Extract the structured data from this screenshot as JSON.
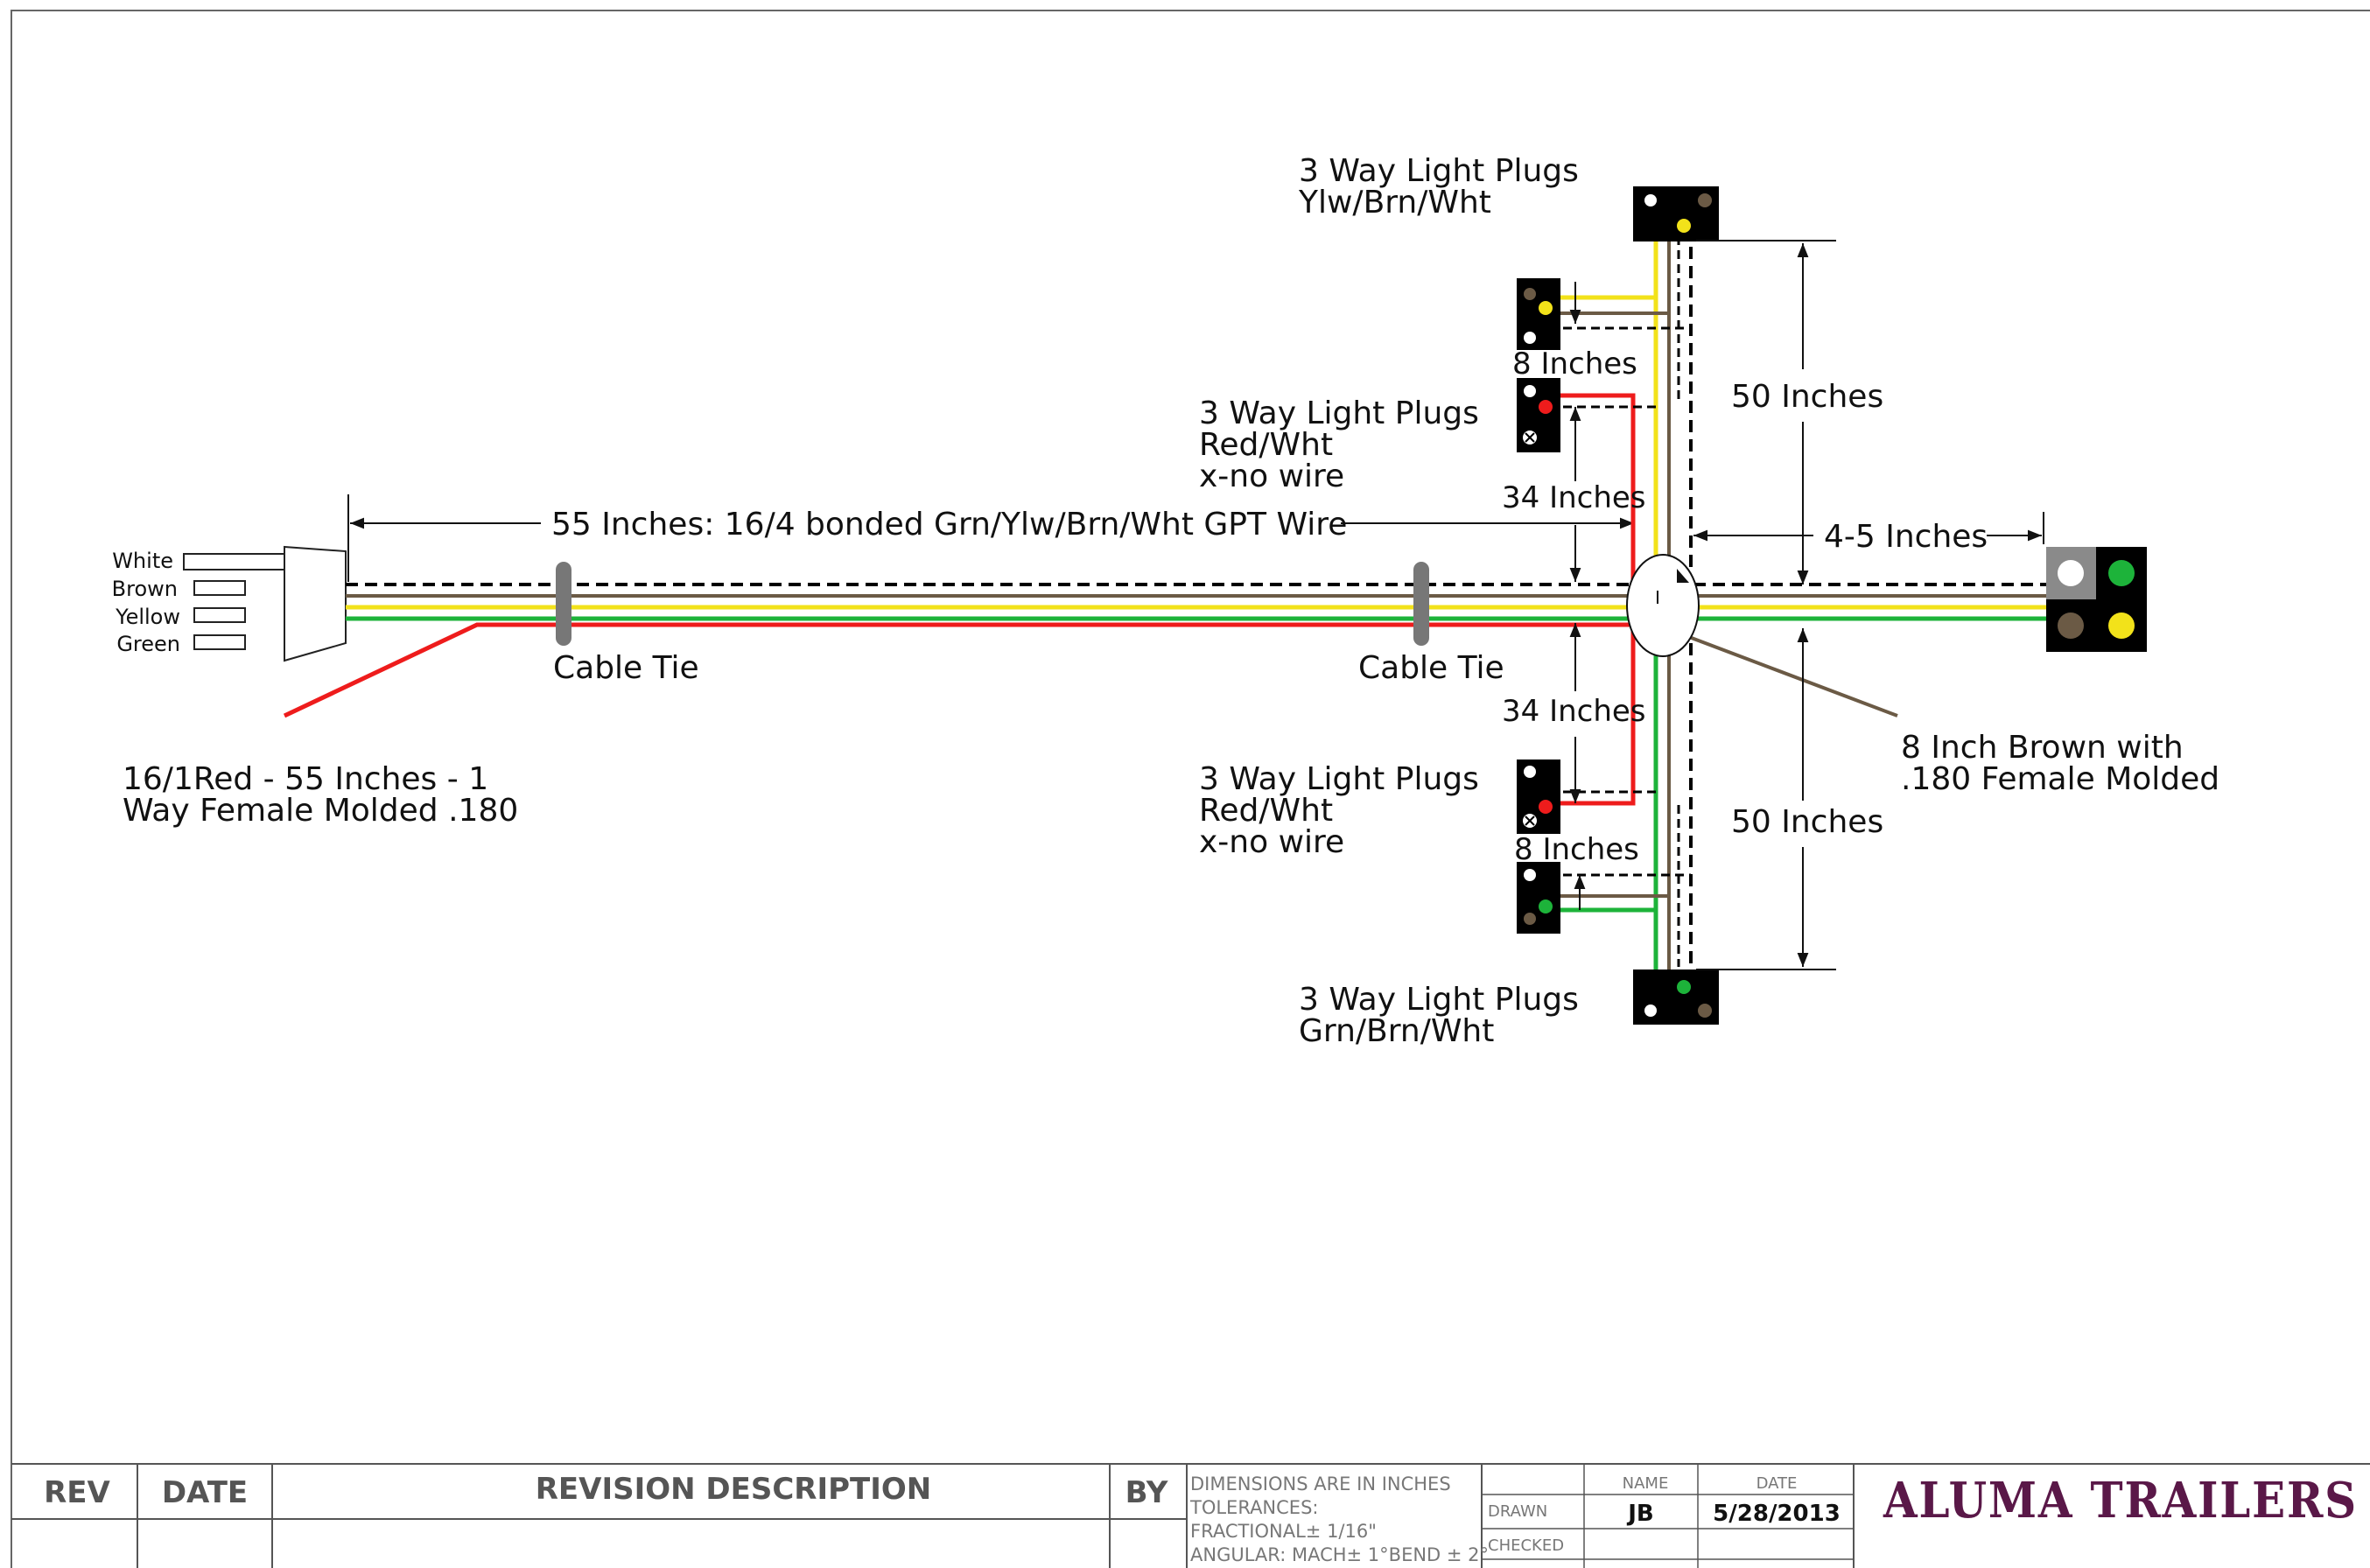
{
  "connector_pins": [
    "White",
    "Brown",
    "Yellow",
    "Green"
  ],
  "main_cable_label": "55 Inches: 16/4 bonded Grn/Ylw/Brn/Wht GPT Wire",
  "cable_tie_label": "Cable Tie",
  "red_wire_label": [
    "16/1Red - 55 Inches - 1",
    "Way Female Molded .180"
  ],
  "plugs": {
    "top": [
      "3 Way Light Plugs",
      "Ylw/Brn/Wht"
    ],
    "upper_mid": [
      "3 Way Light Plugs",
      "Red/Wht",
      "x-no wire"
    ],
    "lower_mid": [
      "3 Way Light Plugs",
      "Red/Wht",
      "x-no wire"
    ],
    "bottom": [
      "3 Way Light Plugs",
      "Grn/Brn/Wht"
    ]
  },
  "dimensions": {
    "eight_inches": "8 Inches",
    "thirty_four": "34 Inches",
    "fifty": "50 Inches",
    "four_five": "4-5 Inches"
  },
  "brown_note": [
    "8 Inch Brown with",
    ".180 Female Molded"
  ],
  "colors": {
    "white_wire": "#000000",
    "brown_wire": "#6b5a45",
    "yellow_wire": "#f2e21a",
    "green_wire": "#1db33a",
    "red_wire": "#ee1c1c",
    "brand": "#5a1848"
  },
  "title_block": {
    "rev": "REV",
    "date": "DATE",
    "revision_description": "REVISION DESCRIPTION",
    "by": "BY",
    "notes": [
      "DIMENSIONS ARE IN INCHES",
      "TOLERANCES:",
      "FRACTIONAL± 1/16\"",
      "ANGULAR: MACH± 1°BEND ± 2°"
    ],
    "name_header": "NAME",
    "date_header": "DATE",
    "drawn_label": "DRAWN",
    "drawn_name": "JB",
    "drawn_date": "5/28/2013",
    "checked_label": "CHECKED",
    "company": "ALUMA TRAILERS"
  }
}
